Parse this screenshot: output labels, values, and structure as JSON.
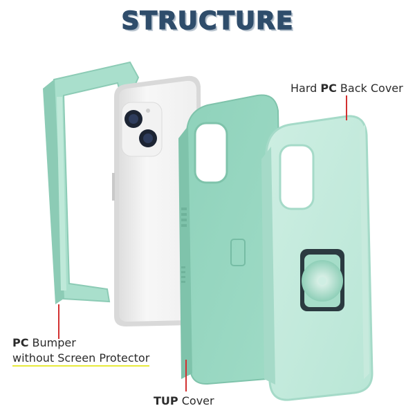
{
  "title": "STRUCTURE",
  "labels": {
    "back_cover_prefix": "Hard ",
    "back_cover_bold": "PC",
    "back_cover_suffix": " Back Cover",
    "bumper_bold": "PC",
    "bumper_suffix": " Bumper",
    "bumper_line2": "without Screen Protector",
    "tup_bold": "TUP",
    "tup_suffix": " Cover"
  },
  "colors": {
    "mint": "#a9dfcc",
    "mint_dark": "#8ccbb5",
    "title": "#2f4d6b",
    "pointer": "#d23030",
    "highlight": "#e7ea3b"
  }
}
